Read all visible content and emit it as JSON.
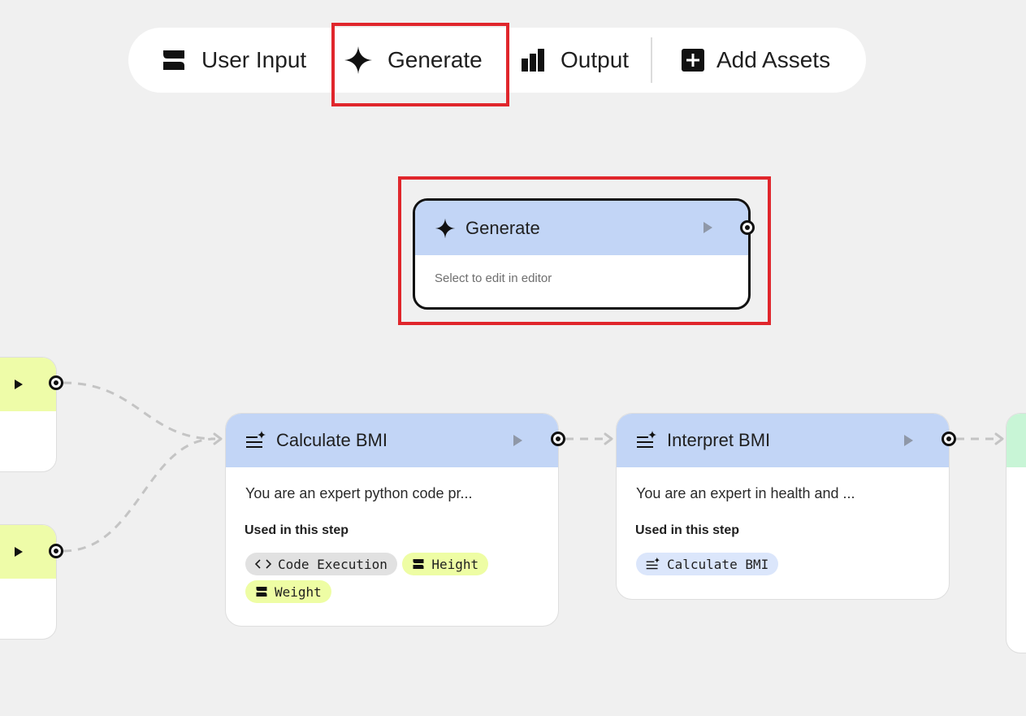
{
  "toolbar": {
    "items": [
      {
        "label": "User Input",
        "icon": "user-input-icon"
      },
      {
        "label": "Generate",
        "icon": "sparkle-icon"
      },
      {
        "label": "Output",
        "icon": "output-chart-icon"
      },
      {
        "label": "Add Assets",
        "icon": "add-box-icon"
      }
    ]
  },
  "selected_node": {
    "title": "Generate",
    "subtitle": "Select to edit in editor"
  },
  "nodes": [
    {
      "title": "Calculate BMI",
      "prompt": "You are an expert python code pr...",
      "used_label": "Used in this step",
      "chips": [
        {
          "label": "Code Execution",
          "icon": "code-icon"
        },
        {
          "label": "Height",
          "icon": "user-input-icon"
        },
        {
          "label": "Weight",
          "icon": "user-input-icon"
        }
      ]
    },
    {
      "title": "Interpret BMI",
      "prompt": "You are an expert in health and ...",
      "used_label": "Used in this step",
      "chips": [
        {
          "label": "Calculate BMI",
          "icon": "generate-text-icon"
        }
      ]
    }
  ],
  "colors": {
    "background": "#f0f0f0",
    "generate_header": "#c2d5f6",
    "input_header": "#eefca8",
    "output_header": "#c8f5d6",
    "highlight": "#e0262c"
  }
}
